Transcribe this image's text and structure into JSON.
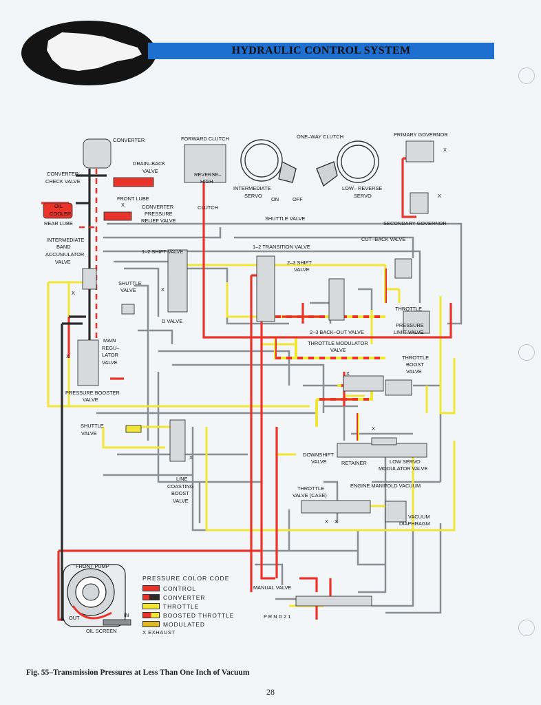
{
  "header": {
    "title": "HYDRAULIC CONTROL SYSTEM"
  },
  "colors": {
    "control": "#e8342a",
    "converter": "#2b2b2b",
    "throttle": "#f1e636",
    "modulated": "#e0b92a",
    "banner": "#1f6fd0",
    "line": "#8a8f94"
  },
  "labels": {
    "converter": "CONVERTER",
    "forward_clutch": "FORWARD CLUTCH",
    "one_way_clutch": "ONE–WAY CLUTCH",
    "primary_governor": "PRIMARY GOVERNOR",
    "drain_back_1": "DRAIN–BACK",
    "drain_back_2": "VALVE",
    "converter_check_1": "CONVERTER",
    "converter_check_2": "CHECK VALVE",
    "oil_cooler_1": "OIL",
    "oil_cooler_2": "COOLER",
    "rear_lube": "REAR LUBE",
    "front_lube": "FRONT LUBE",
    "cprv_1": "CONVERTER",
    "cprv_2": "PRESSURE",
    "cprv_3": "RELIEF VALVE",
    "reverse_high_1": "REVERSE–",
    "reverse_high_2": "HIGH",
    "reverse_high_3": "CLUTCH",
    "int_servo_1": "INTERMEDIATE",
    "int_servo_2": "SERVO",
    "on": "ON",
    "off": "OFF",
    "low_reverse_1": "LOW–  REVERSE",
    "low_reverse_2": "SERVO",
    "shuttle_valve_top": "SHUTTLE VALVE",
    "secondary_governor": "SECONDARY GOVERNOR",
    "int_band_1": "INTERMEDIATE",
    "int_band_2": "BAND",
    "int_band_3": "ACCUMULATOR",
    "int_band_4": "VALVE",
    "cut_back": "CUT–BACK VALVE",
    "shift_12": "1–2 SHIFT VALVE",
    "transition_12": "1–2 TRANSITION VALVE",
    "shift_23_1": "2–3 SHIFT",
    "shift_23_2": "VALVE",
    "shuttle_left_1": "SHUTTLE",
    "shuttle_left_2": "VALVE",
    "d2_valve": "D VALVE",
    "throttle_1": "THROTTLE",
    "tpl_1": "PRESSURE",
    "tpl_2": "LIMIT VALVE",
    "backout_23": "2–3 BACK–OUT VALVE",
    "main_reg_1": "MAIN",
    "main_reg_2": "REGU–",
    "main_reg_3": "LATOR",
    "main_reg_4": "VALVE",
    "tmv_1": "THROTTLE MODULATOR",
    "tmv_2": "VALVE",
    "tb_1": "THROTTLE",
    "tb_2": "BOOST",
    "tb_3": "VALVE",
    "pbv_1": "PRESSURE BOOSTER",
    "pbv_2": "VALVE",
    "shuttle_low_1": "SHUTTLE",
    "shuttle_low_2": "VALVE",
    "downshift_1": "DOWNSHIFT",
    "downshift_2": "VALVE",
    "retainer": "RETAINER",
    "lsm_1": "LOW SERVO",
    "lsm_2": "MODULATOR VALVE",
    "lcb_1": "LINE",
    "lcb_2": "COASTING",
    "lcb_3": "BOOST",
    "lcb_4": "VALVE",
    "tvc_1": "THROTTLE",
    "tvc_2": "VALVE (CASE)",
    "emv": "ENGINE MANIFOLD VACUUM",
    "vd_1": "VACUUM",
    "vd_2": "DIAPHRAGM",
    "front_pump": "FRONT PUMP",
    "manual_valve": "MANUAL VALVE",
    "prnd": "P  R  N  D  2  1",
    "out": "OUT",
    "in": "IN",
    "oil_screen": "OIL SCREEN",
    "x": "X"
  },
  "legend": {
    "title": "PRESSURE COLOR CODE",
    "items": [
      {
        "label": "CONTROL"
      },
      {
        "label": "CONVERTER"
      },
      {
        "label": "THROTTLE"
      },
      {
        "label": "BOOSTED THROTTLE"
      },
      {
        "label": "MODULATED"
      }
    ],
    "exhaust": "X  EXHAUST"
  },
  "caption": "Fig. 55–Transmission Pressures at Less Than One Inch of Vacuum",
  "page_number": "28"
}
